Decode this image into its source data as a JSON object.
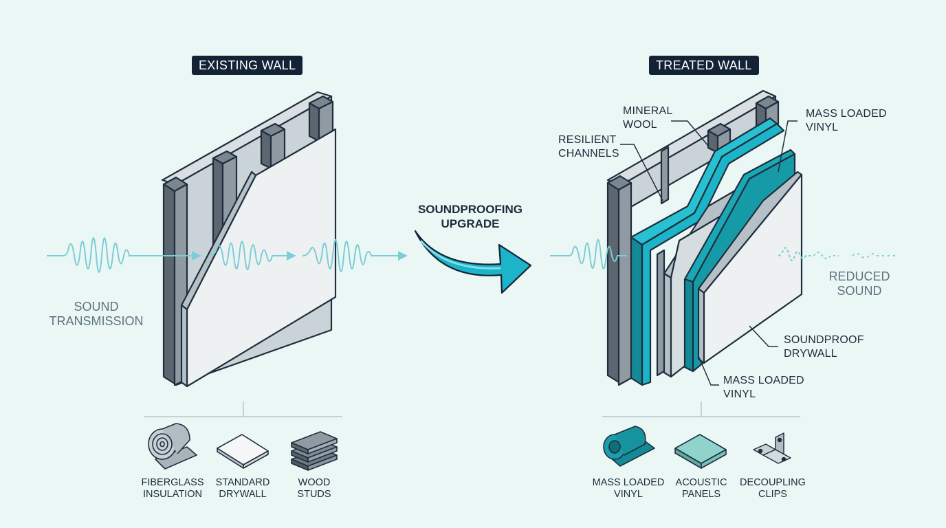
{
  "left_panel": {
    "title": "EXISTING WALL",
    "wave_label": [
      "SOUND",
      "TRANSMISSION"
    ],
    "materials": [
      {
        "label": [
          "FIBERGLASS",
          "INSULATION"
        ],
        "icon": "insulation-roll-icon"
      },
      {
        "label": [
          "STANDARD",
          "DRYWALL"
        ],
        "icon": "drywall-sheet-icon"
      },
      {
        "label": [
          "WOOD",
          "STUDS"
        ],
        "icon": "wood-studs-icon"
      }
    ]
  },
  "center": {
    "label": [
      "SOUNDPROOFING",
      "UPGRADE"
    ],
    "arrow_icon": "curved-arrow-icon"
  },
  "right_panel": {
    "title": "TREATED WALL",
    "callouts": {
      "mineral_wool": [
        "MINERAL",
        "WOOL"
      ],
      "resilient_channels": [
        "RESILIENT",
        "CHANNELS"
      ],
      "mass_loaded_vinyl_top": [
        "MASS LOADED",
        "VINYL"
      ],
      "soundproof_drywall": [
        "SOUNDPROOF",
        "DRYWALL"
      ],
      "mass_loaded_vinyl_bottom": [
        "MASS LOADED",
        "VINYL"
      ]
    },
    "wave_label": [
      "REDUCED",
      "SOUND"
    ],
    "materials": [
      {
        "label": [
          "MASS LOADED",
          "VINYL"
        ],
        "icon": "vinyl-roll-icon"
      },
      {
        "label": [
          "ACOUSTIC",
          "PANELS"
        ],
        "icon": "acoustic-panel-icon"
      },
      {
        "label": [
          "DECOUPLING",
          "CLIPS"
        ],
        "icon": "decoupling-clip-icon"
      }
    ]
  },
  "colors": {
    "background": "#eaf7f4",
    "dark_navy": "#142235",
    "teal": "#19b3c5",
    "teal_dark": "#138a96",
    "wave": "#7ccdd6",
    "muted_text": "#5d7280"
  }
}
